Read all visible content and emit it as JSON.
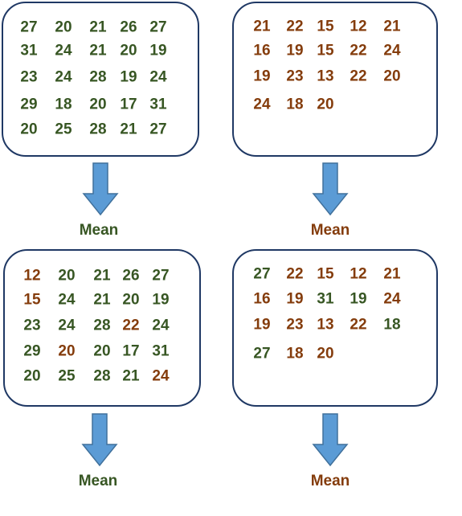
{
  "colors": {
    "green": "#375623",
    "brown": "#843c0c",
    "border": "#1f3864",
    "arrow": "#5b9bd5",
    "arrow_stroke": "#41719c"
  },
  "panels": [
    {
      "label": "Mean",
      "label_color": "green",
      "rows": [
        [
          {
            "v": "27",
            "c": "green"
          },
          {
            "v": "20",
            "c": "green"
          },
          {
            "v": "21",
            "c": "green"
          },
          {
            "v": "26",
            "c": "green"
          },
          {
            "v": "27",
            "c": "green"
          }
        ],
        [
          {
            "v": "31",
            "c": "green"
          },
          {
            "v": "24",
            "c": "green"
          },
          {
            "v": "21",
            "c": "green"
          },
          {
            "v": "20",
            "c": "green"
          },
          {
            "v": "19",
            "c": "green"
          }
        ],
        [
          {
            "v": "23",
            "c": "green"
          },
          {
            "v": "24",
            "c": "green"
          },
          {
            "v": "28",
            "c": "green"
          },
          {
            "v": "19",
            "c": "green"
          },
          {
            "v": "24",
            "c": "green"
          }
        ],
        [
          {
            "v": "29",
            "c": "green"
          },
          {
            "v": "18",
            "c": "green"
          },
          {
            "v": "20",
            "c": "green"
          },
          {
            "v": "17",
            "c": "green"
          },
          {
            "v": "31",
            "c": "green"
          }
        ],
        [
          {
            "v": "20",
            "c": "green"
          },
          {
            "v": "25",
            "c": "green"
          },
          {
            "v": "28",
            "c": "green"
          },
          {
            "v": "21",
            "c": "green"
          },
          {
            "v": "27",
            "c": "green"
          }
        ]
      ]
    },
    {
      "label": "Mean",
      "label_color": "brown",
      "rows": [
        [
          {
            "v": "21",
            "c": "brown"
          },
          {
            "v": "22",
            "c": "brown"
          },
          {
            "v": "15",
            "c": "brown"
          },
          {
            "v": "12",
            "c": "brown"
          },
          {
            "v": "21",
            "c": "brown"
          }
        ],
        [
          {
            "v": "16",
            "c": "brown"
          },
          {
            "v": "19",
            "c": "brown"
          },
          {
            "v": "15",
            "c": "brown"
          },
          {
            "v": "22",
            "c": "brown"
          },
          {
            "v": "24",
            "c": "brown"
          }
        ],
        [
          {
            "v": "19",
            "c": "brown"
          },
          {
            "v": "23",
            "c": "brown"
          },
          {
            "v": "13",
            "c": "brown"
          },
          {
            "v": "22",
            "c": "brown"
          },
          {
            "v": "20",
            "c": "brown"
          }
        ],
        [
          {
            "v": "24",
            "c": "brown"
          },
          {
            "v": "18",
            "c": "brown"
          },
          {
            "v": "20",
            "c": "brown"
          }
        ]
      ]
    },
    {
      "label": "Mean",
      "label_color": "green",
      "rows": [
        [
          {
            "v": "12",
            "c": "brown"
          },
          {
            "v": "20",
            "c": "green"
          },
          {
            "v": "21",
            "c": "green"
          },
          {
            "v": "26",
            "c": "green"
          },
          {
            "v": "27",
            "c": "green"
          }
        ],
        [
          {
            "v": "15",
            "c": "brown"
          },
          {
            "v": "24",
            "c": "green"
          },
          {
            "v": "21",
            "c": "green"
          },
          {
            "v": "20",
            "c": "green"
          },
          {
            "v": "19",
            "c": "green"
          }
        ],
        [
          {
            "v": "23",
            "c": "green"
          },
          {
            "v": "24",
            "c": "green"
          },
          {
            "v": "28",
            "c": "green"
          },
          {
            "v": "22",
            "c": "brown"
          },
          {
            "v": "24",
            "c": "green"
          }
        ],
        [
          {
            "v": "29",
            "c": "green"
          },
          {
            "v": "20",
            "c": "brown"
          },
          {
            "v": "20",
            "c": "green"
          },
          {
            "v": "17",
            "c": "green"
          },
          {
            "v": "31",
            "c": "green"
          }
        ],
        [
          {
            "v": "20",
            "c": "green"
          },
          {
            "v": "25",
            "c": "green"
          },
          {
            "v": "28",
            "c": "green"
          },
          {
            "v": "21",
            "c": "green"
          },
          {
            "v": "24",
            "c": "brown"
          }
        ]
      ]
    },
    {
      "label": "Mean",
      "label_color": "brown",
      "rows": [
        [
          {
            "v": "27",
            "c": "green"
          },
          {
            "v": "22",
            "c": "brown"
          },
          {
            "v": "15",
            "c": "brown"
          },
          {
            "v": "12",
            "c": "brown"
          },
          {
            "v": "21",
            "c": "brown"
          }
        ],
        [
          {
            "v": "16",
            "c": "brown"
          },
          {
            "v": "19",
            "c": "brown"
          },
          {
            "v": "31",
            "c": "green"
          },
          {
            "v": "19",
            "c": "green"
          },
          {
            "v": "24",
            "c": "brown"
          }
        ],
        [
          {
            "v": "19",
            "c": "brown"
          },
          {
            "v": "23",
            "c": "brown"
          },
          {
            "v": "13",
            "c": "brown"
          },
          {
            "v": "22",
            "c": "brown"
          },
          {
            "v": "18",
            "c": "green"
          }
        ],
        [
          {
            "v": "27",
            "c": "green"
          },
          {
            "v": "18",
            "c": "brown"
          },
          {
            "v": "20",
            "c": "brown"
          }
        ]
      ]
    }
  ]
}
